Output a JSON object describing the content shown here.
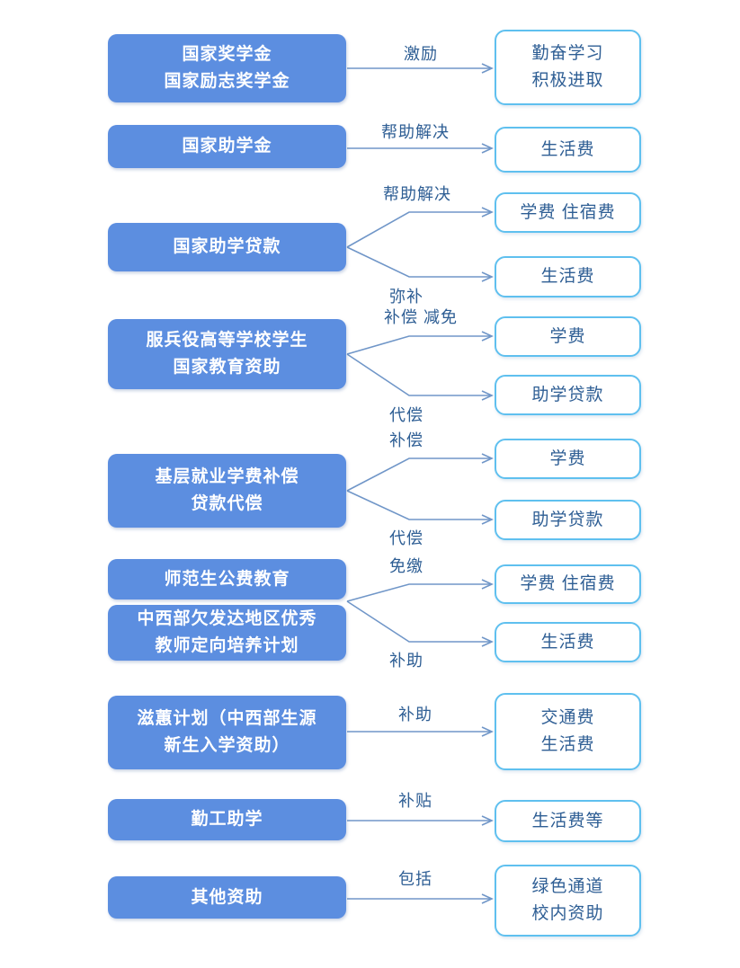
{
  "colors": {
    "canvas_bg": "#ffffff",
    "source_box_fill": "#5C8EE0",
    "source_box_text": "#ffffff",
    "target_box_fill": "#ffffff",
    "target_box_border": "#5FC0EF",
    "target_box_text": "#2E5E94",
    "edge_label_text": "#2E5E94",
    "connector": "#7096C8"
  },
  "rows": [
    {
      "source": {
        "lines": [
          "国家奖学金",
          "国家励志奖学金"
        ]
      },
      "links": [
        {
          "label": "激励",
          "target": {
            "lines": [
              "勤奋学习",
              "积极进取"
            ]
          }
        }
      ]
    },
    {
      "source": {
        "lines": [
          "国家助学金"
        ]
      },
      "links": [
        {
          "label": "帮助解决",
          "target": {
            "lines": [
              "生活费"
            ]
          }
        }
      ]
    },
    {
      "source": {
        "lines": [
          "国家助学贷款"
        ]
      },
      "links": [
        {
          "label": "帮助解决",
          "target": {
            "lines": [
              "学费 住宿费"
            ]
          }
        },
        {
          "label": "弥补",
          "target": {
            "lines": [
              "生活费"
            ]
          }
        }
      ]
    },
    {
      "source": {
        "lines": [
          "服兵役高等学校学生",
          "国家教育资助"
        ]
      },
      "links": [
        {
          "label": "补偿 减免",
          "target": {
            "lines": [
              "学费"
            ]
          }
        },
        {
          "label": "代偿",
          "target": {
            "lines": [
              "助学贷款"
            ]
          }
        }
      ]
    },
    {
      "source": {
        "lines": [
          "基层就业学费补偿",
          "贷款代偿"
        ]
      },
      "links": [
        {
          "label": "补偿",
          "target": {
            "lines": [
              "学费"
            ]
          }
        },
        {
          "label": "代偿",
          "target": {
            "lines": [
              "助学贷款"
            ]
          }
        }
      ]
    },
    {
      "source": {
        "lines": [
          "师范生公费教育"
        ]
      },
      "source2": {
        "lines": [
          "中西部欠发达地区优秀",
          "教师定向培养计划"
        ]
      },
      "links": [
        {
          "label": "免缴",
          "target": {
            "lines": [
              "学费 住宿费"
            ]
          }
        },
        {
          "label": "补助",
          "target": {
            "lines": [
              "生活费"
            ]
          }
        }
      ]
    },
    {
      "source": {
        "lines": [
          "滋蕙计划（中西部生源",
          "新生入学资助）"
        ]
      },
      "links": [
        {
          "label": "补助",
          "target": {
            "lines": [
              "交通费",
              "生活费"
            ]
          }
        }
      ]
    },
    {
      "source": {
        "lines": [
          "勤工助学"
        ]
      },
      "links": [
        {
          "label": "补贴",
          "target": {
            "lines": [
              "生活费等"
            ]
          }
        }
      ]
    },
    {
      "source": {
        "lines": [
          "其他资助"
        ]
      },
      "links": [
        {
          "label": "包括",
          "target": {
            "lines": [
              "绿色通道",
              "校内资助"
            ]
          }
        }
      ]
    }
  ]
}
